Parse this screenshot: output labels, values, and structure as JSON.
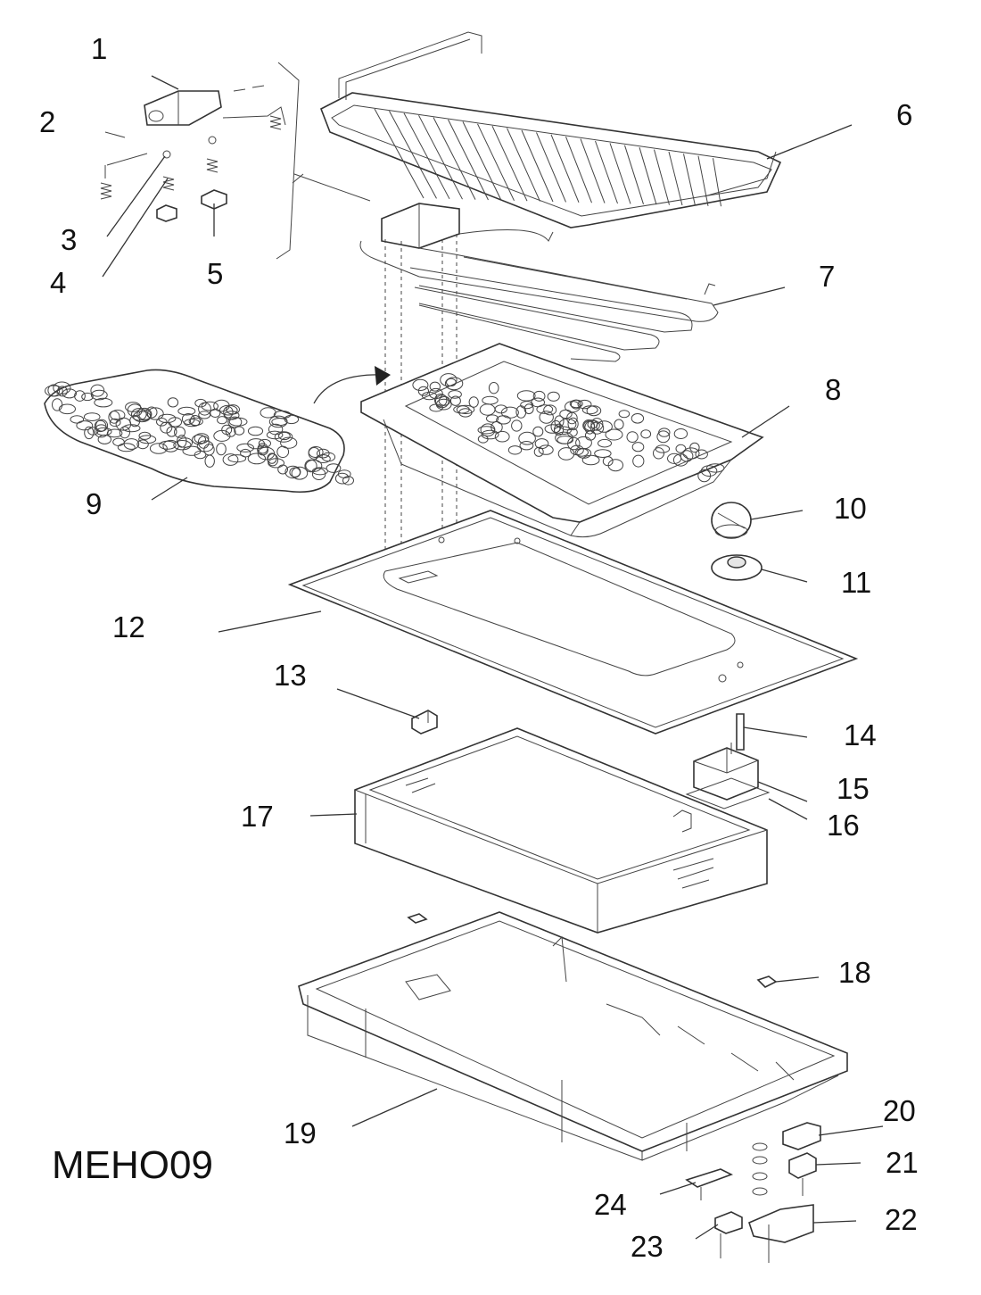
{
  "diagram": {
    "model": "MEHO09",
    "labels": [
      "1",
      "2",
      "3",
      "4",
      "5",
      "6",
      "7",
      "8",
      "9",
      "10",
      "11",
      "12",
      "13",
      "14",
      "15",
      "16",
      "17",
      "18",
      "19",
      "20",
      "21",
      "22",
      "23",
      "24"
    ]
  }
}
